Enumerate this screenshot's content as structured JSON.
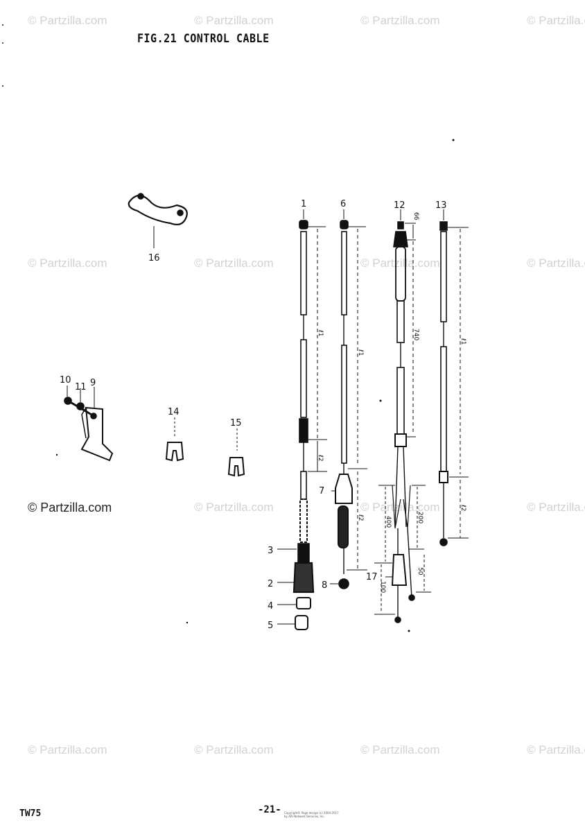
{
  "figure": {
    "title": "FIG.21  CONTROL CABLE"
  },
  "footer": {
    "code": "TW75",
    "page": "-21-",
    "copyright_small": "Copyright© Page design (c) 2004-2017 by ARI Network Services, Inc."
  },
  "watermark": {
    "text": "© Partzilla.com"
  },
  "callouts": {
    "c1": "1",
    "c2": "2",
    "c3": "3",
    "c4": "4",
    "c5": "5",
    "c6": "6",
    "c7": "7",
    "c8": "8",
    "c9": "9",
    "c10": "10",
    "c11": "11",
    "c12": "12",
    "c13": "13",
    "c14": "14",
    "c15": "15",
    "c16": "16",
    "c17": "17"
  },
  "dimensions": {
    "l1": "ℓ1",
    "l2": "ℓ2",
    "d66": "66",
    "d740": "740",
    "d400": "400",
    "d200": "200",
    "d50": "50",
    "d100": "100"
  },
  "colors": {
    "line": "#111111",
    "watermark": "#d2d2d2"
  }
}
